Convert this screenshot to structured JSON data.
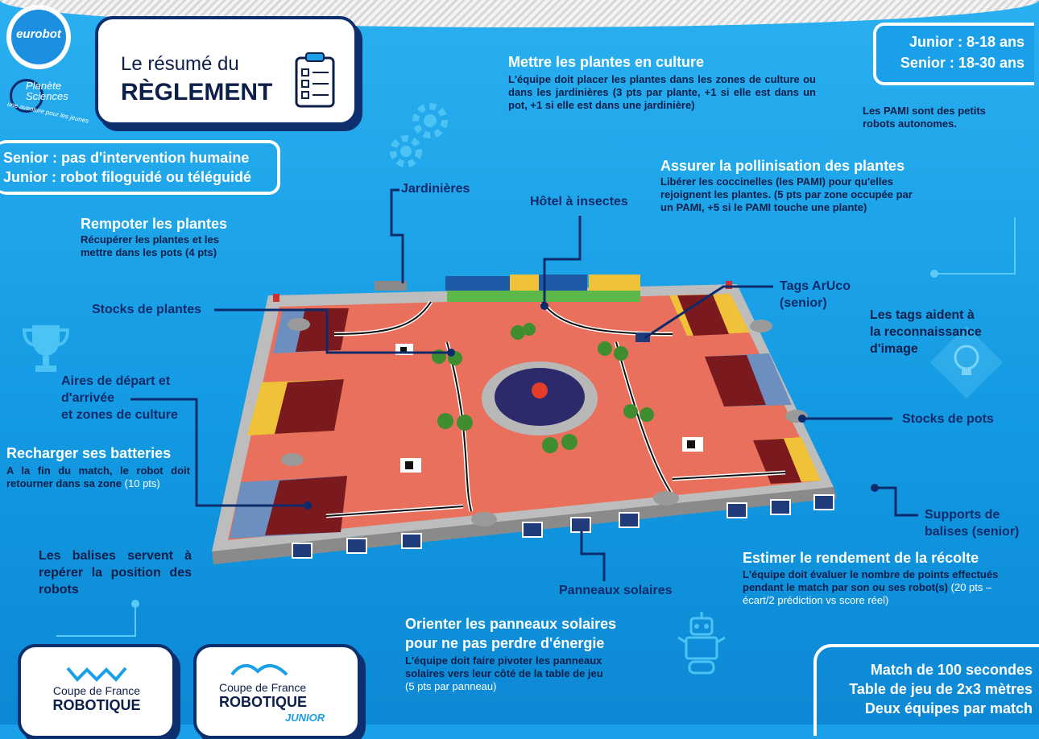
{
  "header": {
    "title_line1": "Le résumé du",
    "title_line2": "RÈGLEMENT"
  },
  "logos": {
    "eurobot": "eurobot",
    "planete": "Planète Sciences",
    "planete_tag": "une aventure pour les jeunes",
    "cfr": "Coupe de France",
    "cfr_rob": "ROBOTIQUE",
    "cfr_junior": "JUNIOR"
  },
  "categories": {
    "junior_age": "Junior : 8-18 ans",
    "senior_age": "Senior : 18-30 ans"
  },
  "modes": {
    "senior": "Senior : pas d'intervention humaine",
    "junior": "Junior : robot filoguidé ou téléguidé"
  },
  "culture": {
    "title": "Mettre les plantes en culture",
    "text": "L'équipe doit placer les plantes dans les zones de culture ou dans les jardinières (3 pts par plante, +1 si elle est dans un pot, +1 si elle est dans une jardinière)"
  },
  "pami": {
    "text": "Les PAMI sont des petits robots autonomes."
  },
  "pollination": {
    "title": "Assurer la pollinisation des plantes",
    "text": "Libérer les coccinelles (les PAMI) pour qu'elles rejoignent les plantes. (5 pts par zone occupée par un PAMI, +5 si le PAMI touche une plante)"
  },
  "rempoter": {
    "title": "Rempoter les plantes",
    "text": "Récupérer les plantes et les mettre dans les pots (4 pts)"
  },
  "labels": {
    "jardinieres": "Jardinières",
    "hotel": "Hôtel à insectes",
    "tags_aruco": "Tags ArUco",
    "tags_senior": "(senior)",
    "stocks_plantes": "Stocks de plantes",
    "aires_l1": "Aires de départ et",
    "aires_l2": "d'arrivée",
    "aires_l3": "et zones de culture",
    "stocks_pots": "Stocks de pots",
    "supports_l1": "Supports de",
    "supports_l2": "balises (senior)",
    "panneaux": "Panneaux solaires"
  },
  "tags_help": {
    "l1": "Les tags aident à",
    "l2": "la reconnaissance",
    "l3": "d'image"
  },
  "recharge": {
    "title": "Recharger ses batteries",
    "text": "A la fin du match, le robot doit retourner dans sa zone",
    "pts": "(10 pts)"
  },
  "balises": {
    "text": "Les balises servent à repérer la position des robots"
  },
  "estimer": {
    "title": "Estimer le rendement de la récolte",
    "text": "L'équipe doit évaluer le nombre de points effectués pendant le match par son ou ses",
    "bold": "robot(s)",
    "pts": "(20 pts – écart/2 prédiction vs score réel)"
  },
  "orienter": {
    "title_l1": "Orienter les panneaux solaires",
    "title_l2": "pour ne pas perdre d'énergie",
    "text": "L'équipe doit faire pivoter les panneaux solaires vers leur côté de la table de jeu",
    "pts": "(5 pts par panneau)"
  },
  "match": {
    "l1": "Match de 100 secondes",
    "l2": "Table de jeu de 2x3 mètres",
    "l3": "Deux équipes par match"
  },
  "colors": {
    "background": "#1aa0e8",
    "navy": "#0d2a6a",
    "board": "#e6705c",
    "zone_dark": "#7a1a1e",
    "zone_yellow": "#f0c23a",
    "zone_blue": "#6d8fc0"
  }
}
